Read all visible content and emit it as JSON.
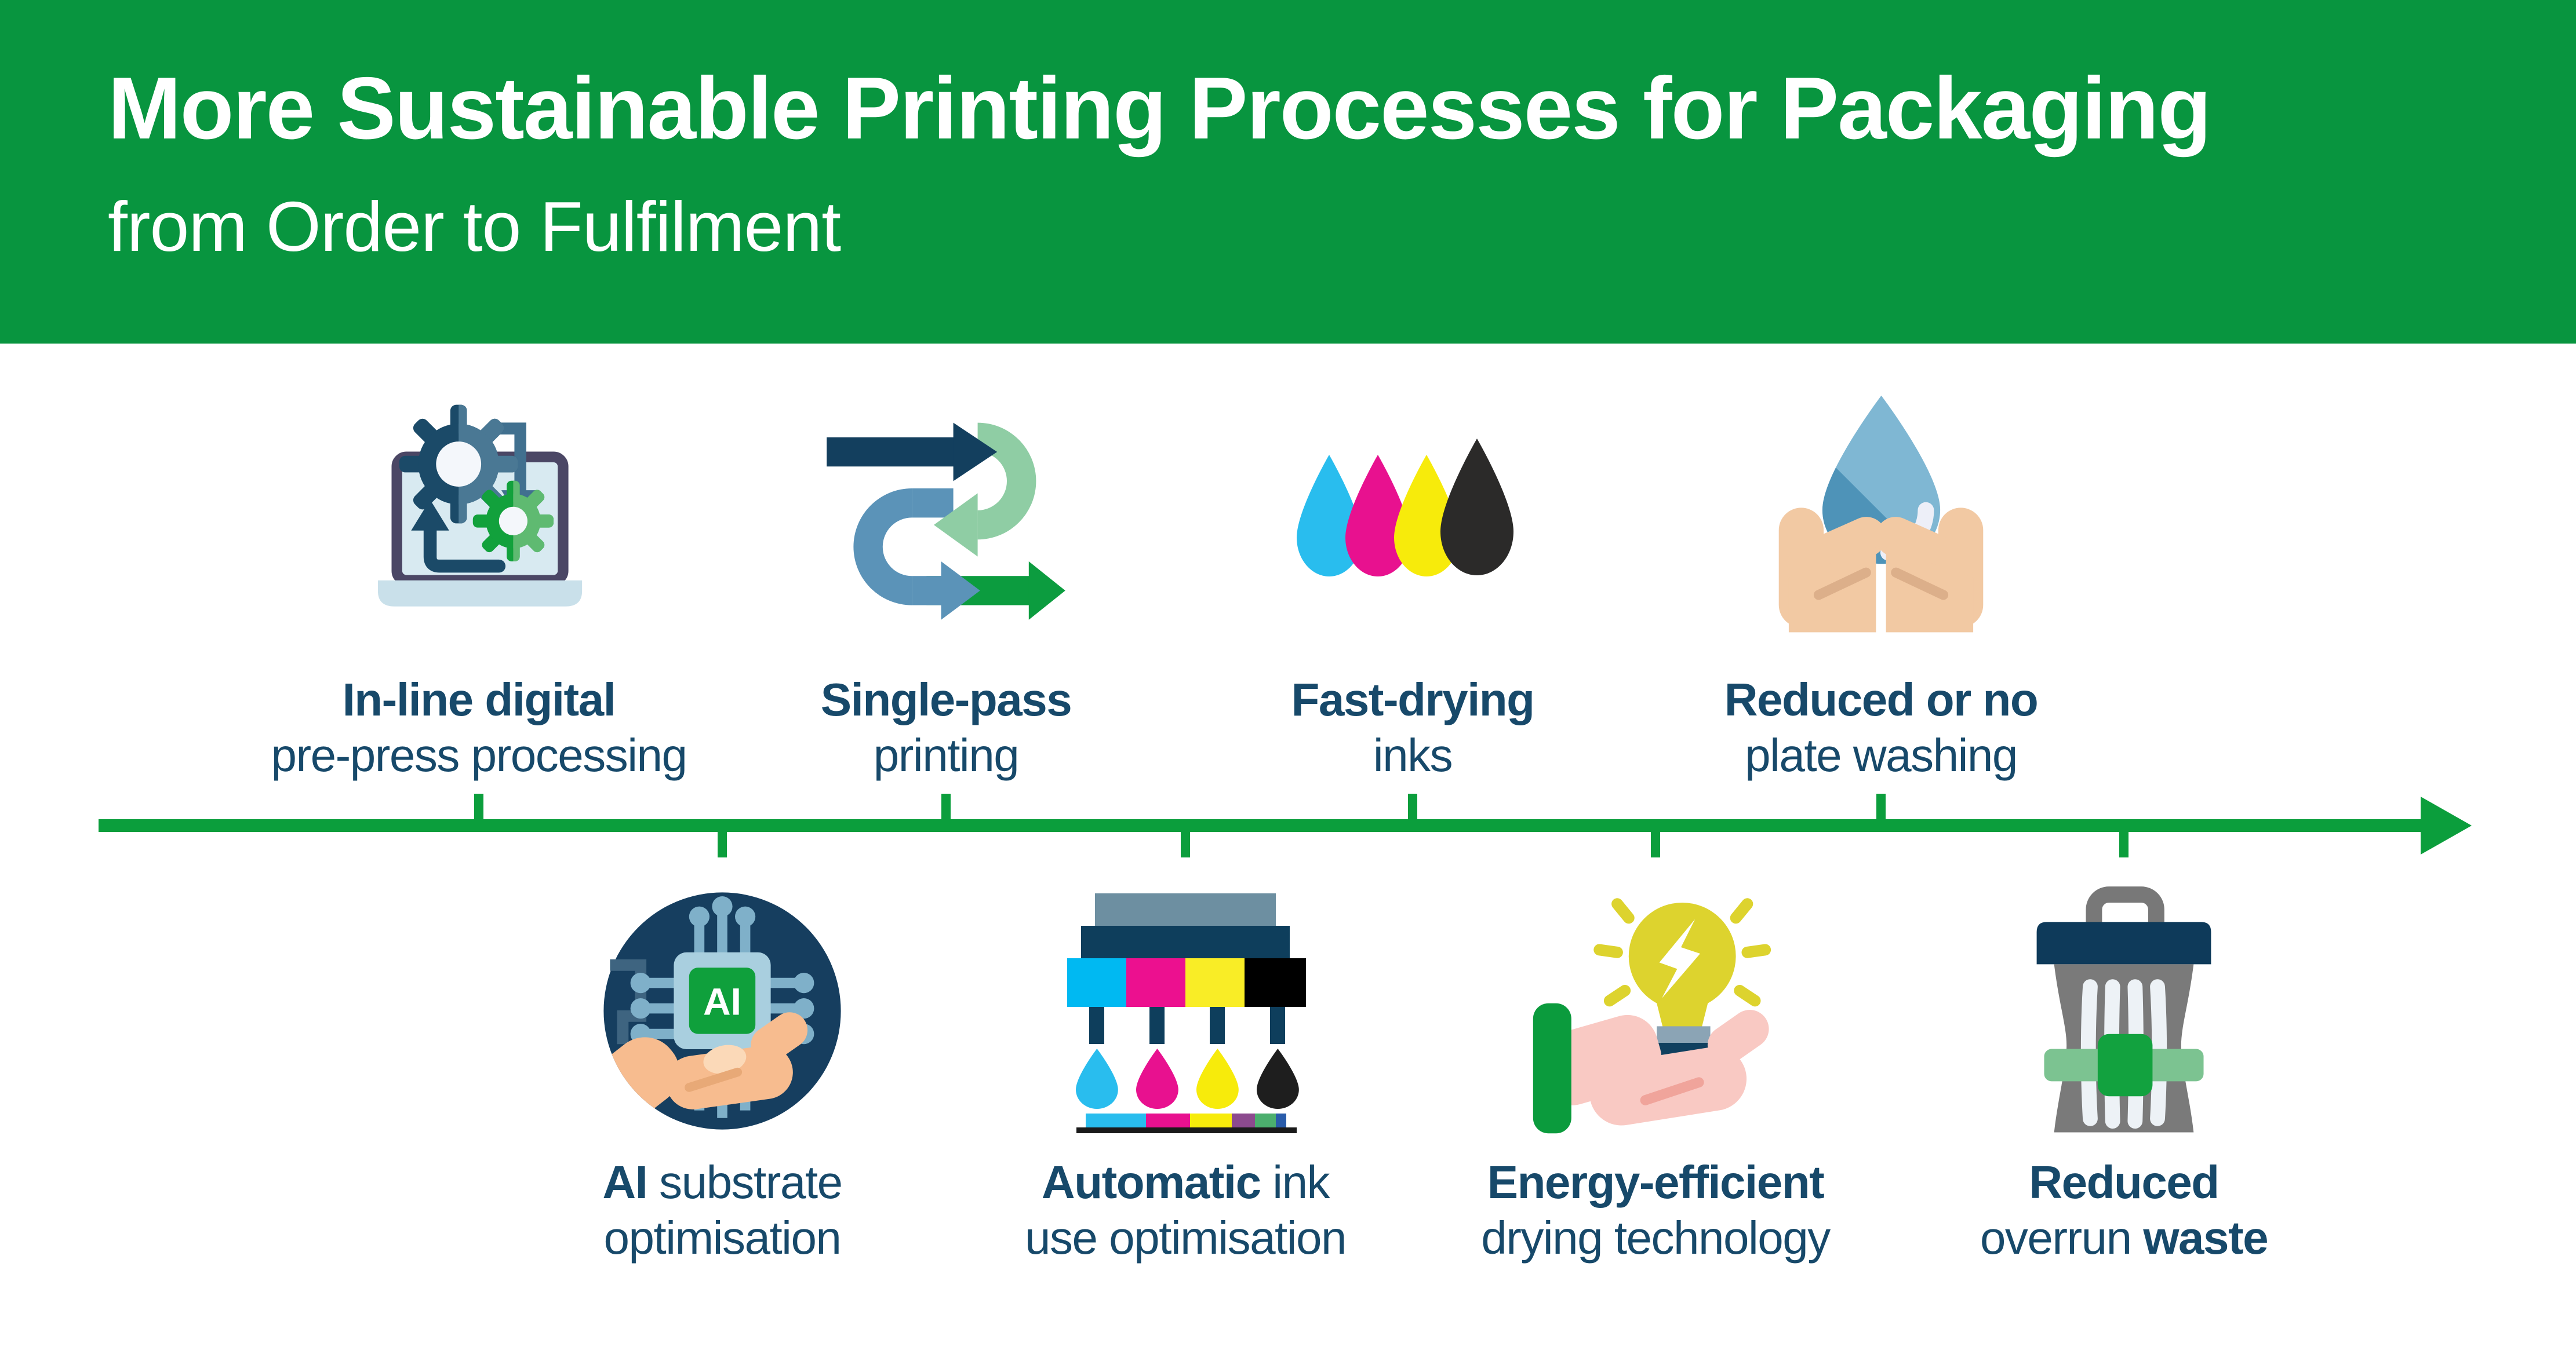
{
  "header": {
    "title": "More Sustainable Printing Processes for Packaging",
    "subtitle": "from Order to Fulfilment"
  },
  "colors": {
    "header_green": "#08953F",
    "timeline_green": "#0B9E3C",
    "label_navy": "#17496A",
    "title_white": "#FFFFFF",
    "cyan": "#29BDEE",
    "magenta": "#E8118F",
    "yellow": "#F7EB0B",
    "ink_black": "#2B2A29"
  },
  "timeline": {
    "direction": "left-to-right"
  },
  "items": [
    {
      "icon": "laptop-gears-icon",
      "lines": [
        [
          {
            "t": "In-line digital",
            "b": true
          }
        ],
        [
          {
            "t": "pre-press processing",
            "b": false
          }
        ]
      ]
    },
    {
      "icon": "single-pass-arrows-icon",
      "lines": [
        [
          {
            "t": "Single-pass",
            "b": true
          }
        ],
        [
          {
            "t": "printing",
            "b": false
          }
        ]
      ]
    },
    {
      "icon": "cmyk-ink-drops-icon",
      "lines": [
        [
          {
            "t": "Fast-drying",
            "b": true
          }
        ],
        [
          {
            "t": "inks",
            "b": false
          }
        ]
      ]
    },
    {
      "icon": "hands-water-drop-icon",
      "lines": [
        [
          {
            "t": "Reduced or no",
            "b": true
          }
        ],
        [
          {
            "t": "plate washing",
            "b": false
          }
        ]
      ]
    },
    {
      "icon": "ai-chip-hand-icon",
      "lines": [
        [
          {
            "t": "AI",
            "b": true
          },
          {
            "t": " substrate",
            "b": false
          }
        ],
        [
          {
            "t": "optimisation",
            "b": false
          }
        ]
      ]
    },
    {
      "icon": "printhead-ink-drops-icon",
      "lines": [
        [
          {
            "t": "Automatic",
            "b": true
          },
          {
            "t": " ink",
            "b": false
          }
        ],
        [
          {
            "t": "use optimisation",
            "b": false
          }
        ]
      ]
    },
    {
      "icon": "hand-lightbulb-icon",
      "lines": [
        [
          {
            "t": "Energy-efficient",
            "b": true
          }
        ],
        [
          {
            "t": "drying technology",
            "b": false
          }
        ]
      ]
    },
    {
      "icon": "waste-bin-icon",
      "lines": [
        [
          {
            "t": "Reduced",
            "b": true
          }
        ],
        [
          {
            "t": "overrun ",
            "b": false
          },
          {
            "t": "waste",
            "b": true
          }
        ]
      ]
    }
  ]
}
